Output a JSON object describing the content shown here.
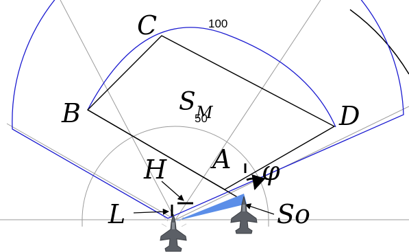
{
  "labels": {
    "C": "C",
    "B": "B",
    "D": "D",
    "A": "A",
    "H": "H",
    "L": "L",
    "S": "S",
    "M": "M",
    "So": "So",
    "phi": "φ"
  },
  "scale": {
    "r100": "100",
    "r50": "50"
  },
  "colors": {
    "sector_outline": "#1a1ad0",
    "wedge_fill": "#5b8ee8",
    "grid": "#9a9a9a",
    "ink": "#000000"
  },
  "icons": {
    "aircraft": "fighter-jet-icon"
  }
}
